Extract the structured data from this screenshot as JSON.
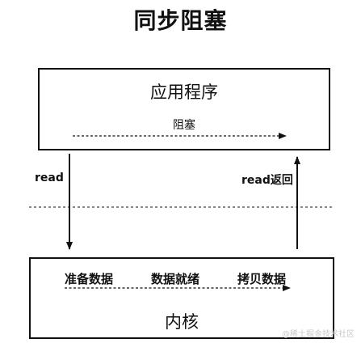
{
  "title": "同步阻塞",
  "application": {
    "title": "应用程序",
    "state_label": "阻塞"
  },
  "kernel": {
    "title": "内核",
    "steps": [
      "准备数据",
      "数据就绪",
      "拷贝数据"
    ]
  },
  "arrows": {
    "read_label": "read",
    "return_label": "read返回"
  },
  "watermark": "@稀土掘金技术社区"
}
